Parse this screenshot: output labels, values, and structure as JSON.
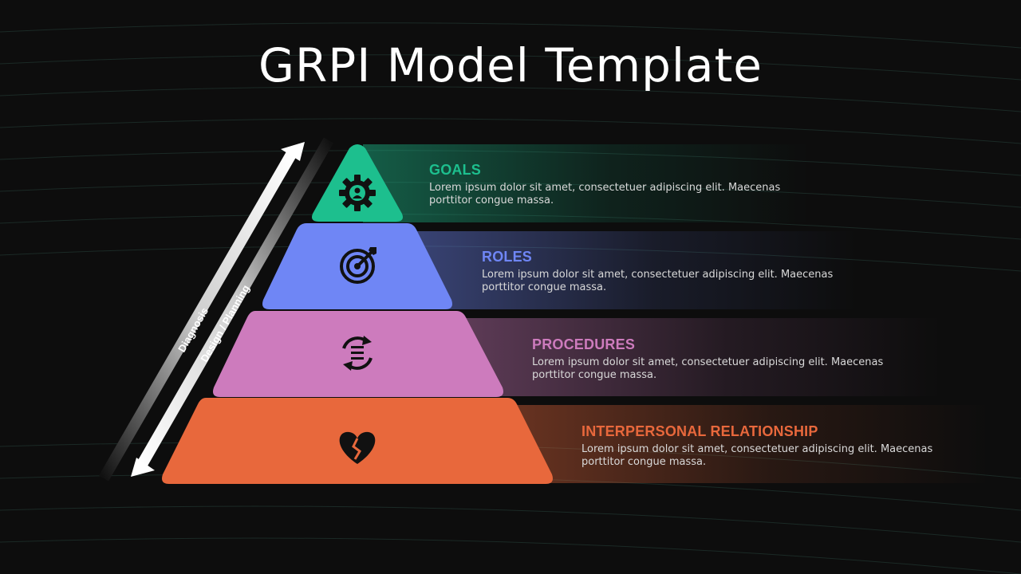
{
  "title": "GRPI Model Template",
  "arrows": {
    "up_label": "Diagnosis",
    "down_label": "Design / Planning"
  },
  "tiers": [
    {
      "heading": "GOALS",
      "description": "Lorem ipsum dolor sit amet, consectetuer adipiscing elit. Maecenas porttitor congue massa.",
      "color": "#1dbf8e",
      "icon": "gear-person-icon"
    },
    {
      "heading": "ROLES",
      "description": "Lorem ipsum dolor sit amet, consectetuer adipiscing elit. Maecenas porttitor congue massa.",
      "color": "#6f86f5",
      "icon": "target-icon"
    },
    {
      "heading": "PROCEDURES",
      "description": "Lorem ipsum dolor sit amet, consectetuer adipiscing elit. Maecenas porttitor congue massa.",
      "color": "#cd7bbd",
      "icon": "process-cycle-icon"
    },
    {
      "heading": "INTERPERSONAL RELATIONSHIP",
      "description": "Lorem ipsum dolor sit amet, consectetuer adipiscing elit. Maecenas porttitor congue massa.",
      "color": "#e8683c",
      "icon": "broken-heart-icon"
    }
  ]
}
